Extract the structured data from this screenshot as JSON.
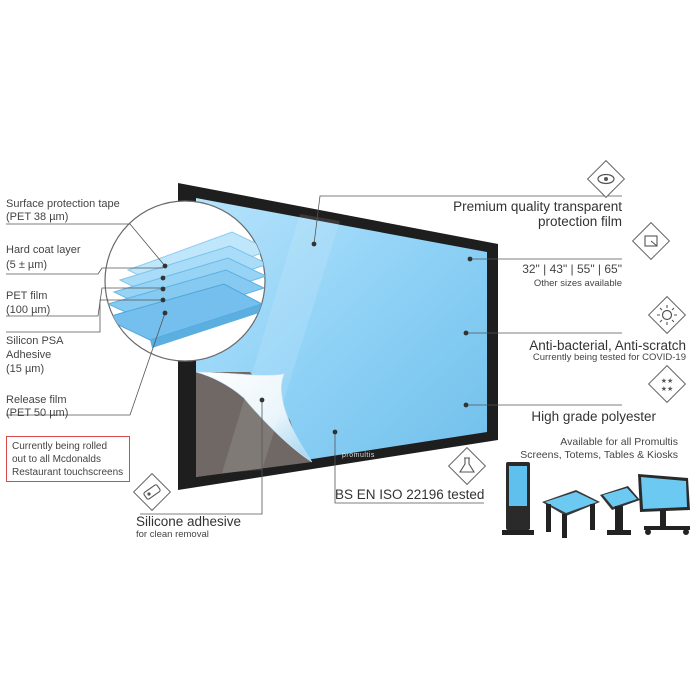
{
  "layers": {
    "surface_tape": {
      "name": "Surface protection tape",
      "spec": "(PET 38 µm)"
    },
    "hard_coat": {
      "name": "Hard coat layer",
      "spec": "(5 ± µm)"
    },
    "pet_film": {
      "name": "PET film",
      "spec": "(100 µm)"
    },
    "silicon_psa": {
      "name1": "Silicon PSA",
      "name2": "Adhesive",
      "spec": "(15 µm)"
    },
    "release_film": {
      "name": "Release film",
      "spec": "(PET 50 µm)"
    }
  },
  "note": {
    "line1": "Currently being rolled",
    "line2": "out to all Mcdonalds",
    "line3": "Restaurant touchscreens"
  },
  "features": {
    "premium": {
      "line1": "Premium quality transparent",
      "line2": "protection film",
      "icon": "eye-icon"
    },
    "sizes": {
      "title": "32\" | 43\" | 55\" | 65\"",
      "sub": "Other sizes available",
      "icon": "resize-icon"
    },
    "antibacterial": {
      "title": "Anti-bacterial, Anti-scratch",
      "sub": "Currently being tested for COVID-19",
      "icon": "virus-icon"
    },
    "polyester": {
      "title": "High grade polyester",
      "icon": "stars-icon"
    },
    "iso": {
      "title": "BS EN ISO 22196 tested",
      "icon": "flask-icon"
    },
    "adhesive": {
      "title": "Silicone adhesive",
      "sub": "for clean removal",
      "icon": "tape-icon"
    }
  },
  "availability": {
    "line1": "Available for all Promultis",
    "line2": "Screens, Totems, Tables & Kiosks"
  },
  "screen_logo": "promultis",
  "colors": {
    "bezel": "#1e1e1e",
    "film": "#8fd0f5",
    "film_dark": "#6cbde9",
    "leader": "#555555",
    "note_border": "#d84a4a"
  }
}
